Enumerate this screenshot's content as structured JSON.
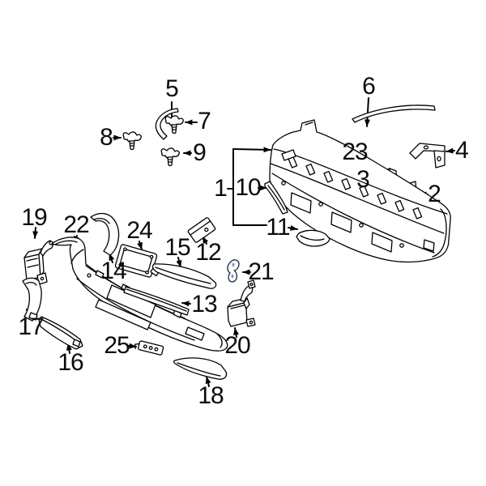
{
  "diagram": {
    "description": "Exploded parts diagram of a vehicle front bumper assembly",
    "background_color": "#ffffff",
    "line_color": "#000000",
    "highlight_part_color": "#3a5a8c",
    "callouts": [
      {
        "label": "1"
      },
      {
        "label": "2"
      },
      {
        "label": "3"
      },
      {
        "label": "4"
      },
      {
        "label": "5"
      },
      {
        "label": "6"
      },
      {
        "label": "7"
      },
      {
        "label": "8"
      },
      {
        "label": "9"
      },
      {
        "label": "10"
      },
      {
        "label": "11"
      },
      {
        "label": "12"
      },
      {
        "label": "13"
      },
      {
        "label": "14"
      },
      {
        "label": "15"
      },
      {
        "label": "16"
      },
      {
        "label": "17"
      },
      {
        "label": "18"
      },
      {
        "label": "19"
      },
      {
        "label": "20"
      },
      {
        "label": "21"
      },
      {
        "label": "22"
      },
      {
        "label": "23"
      },
      {
        "label": "24"
      },
      {
        "label": "25"
      }
    ]
  }
}
